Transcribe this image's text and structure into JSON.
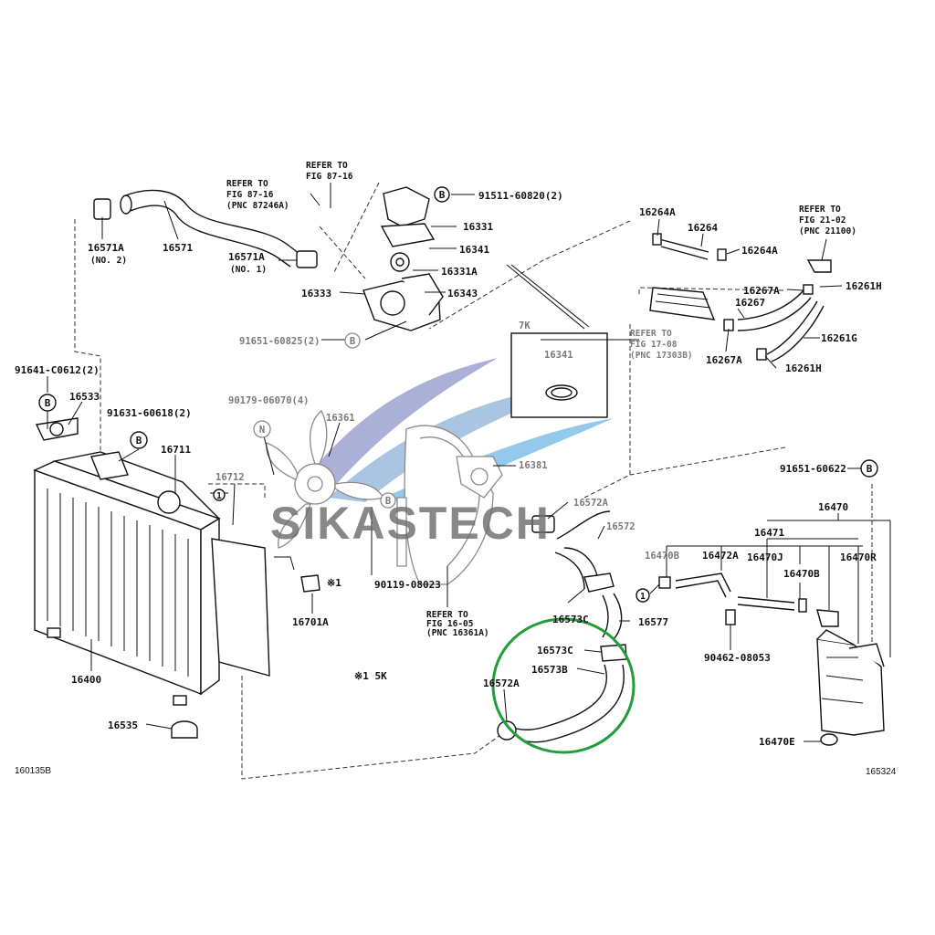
{
  "labels": [
    {
      "id": "p16571a_no2",
      "text": "16571A",
      "sub": "(NO. 2)"
    },
    {
      "id": "p16571",
      "text": "16571"
    },
    {
      "id": "p16571a_no1",
      "text": "16571A",
      "sub": "(NO. 1)"
    },
    {
      "id": "p16333",
      "text": "16333"
    },
    {
      "id": "p16343",
      "text": "16343"
    },
    {
      "id": "p16331a",
      "text": "16331A"
    },
    {
      "id": "p16341_top",
      "text": "16341"
    },
    {
      "id": "p16331",
      "text": "16331"
    },
    {
      "id": "p91511",
      "text": "91511-60820(2)"
    },
    {
      "id": "p91651_60825",
      "text": "91651-60825(2)"
    },
    {
      "id": "p91641",
      "text": "91641-C0612(2)"
    },
    {
      "id": "p16533",
      "text": "16533"
    },
    {
      "id": "p91631",
      "text": "91631-60618(2)"
    },
    {
      "id": "p16711",
      "text": "16711"
    },
    {
      "id": "p16712",
      "text": "16712"
    },
    {
      "id": "p90179",
      "text": "90179-06070(4)"
    },
    {
      "id": "p16361",
      "text": "16361"
    },
    {
      "id": "p16381",
      "text": "16381"
    },
    {
      "id": "p90119",
      "text": "90119-08023"
    },
    {
      "id": "p16701a",
      "text": "16701A"
    },
    {
      "id": "p16400",
      "text": "16400"
    },
    {
      "id": "p16535",
      "text": "16535"
    },
    {
      "id": "p16572a_top",
      "text": "16572A"
    },
    {
      "id": "p16572",
      "text": "16572"
    },
    {
      "id": "p16573c_1",
      "text": "16573C"
    },
    {
      "id": "p16577",
      "text": "16577"
    },
    {
      "id": "p16573c_2",
      "text": "16573C"
    },
    {
      "id": "p16573b",
      "text": "16573B"
    },
    {
      "id": "p16572a_bot",
      "text": "16572A"
    },
    {
      "id": "p16264a_1",
      "text": "16264A"
    },
    {
      "id": "p16264",
      "text": "16264"
    },
    {
      "id": "p16264a_2",
      "text": "16264A"
    },
    {
      "id": "p16267a_1",
      "text": "16267A"
    },
    {
      "id": "p16267",
      "text": "16267"
    },
    {
      "id": "p16267a_2",
      "text": "16267A"
    },
    {
      "id": "p16261h_1",
      "text": "16261H"
    },
    {
      "id": "p16261g",
      "text": "16261G"
    },
    {
      "id": "p16261h_2",
      "text": "16261H"
    },
    {
      "id": "p91651_60622",
      "text": "91651-60622"
    },
    {
      "id": "p16470",
      "text": "16470"
    },
    {
      "id": "p16471",
      "text": "16471"
    },
    {
      "id": "p16470b_1",
      "text": "16470B"
    },
    {
      "id": "p16472a",
      "text": "16472A"
    },
    {
      "id": "p16470j",
      "text": "16470J"
    },
    {
      "id": "p16470r",
      "text": "16470R"
    },
    {
      "id": "p16470b_2",
      "text": "16470B"
    },
    {
      "id": "p90462",
      "text": "90462-08053"
    },
    {
      "id": "p16470e",
      "text": "16470E"
    },
    {
      "id": "p7k_16341",
      "text": "16341"
    }
  ],
  "refer_notes": [
    {
      "id": "ref_87_16_a",
      "lines": [
        "REFER TO",
        "FIG 87-16",
        "(PNC 87246A)"
      ]
    },
    {
      "id": "ref_87_16_b",
      "lines": [
        "REFER TO",
        "FIG 87-16"
      ]
    },
    {
      "id": "ref_21_02",
      "lines": [
        "REFER TO",
        "FIG 21-02",
        "(PNC 21100)"
      ]
    },
    {
      "id": "ref_17_08",
      "lines": [
        "REFER TO",
        "FIG 17-08",
        "(PNC 17303B)"
      ]
    },
    {
      "id": "ref_16_05",
      "lines": [
        "REFER TO",
        "FIG 16-05",
        "(PNC 16361A)"
      ]
    }
  ],
  "callout_letters": {
    "b": "B",
    "n": "N",
    "one": "1"
  },
  "notes": {
    "mark_16701a": "※1",
    "legend": "※1   5K",
    "inset_title": "7K"
  },
  "corners": {
    "left": "160135B",
    "right": "165324"
  },
  "watermark": "SIKASTECH",
  "highlight_color": "#1f9e3a"
}
